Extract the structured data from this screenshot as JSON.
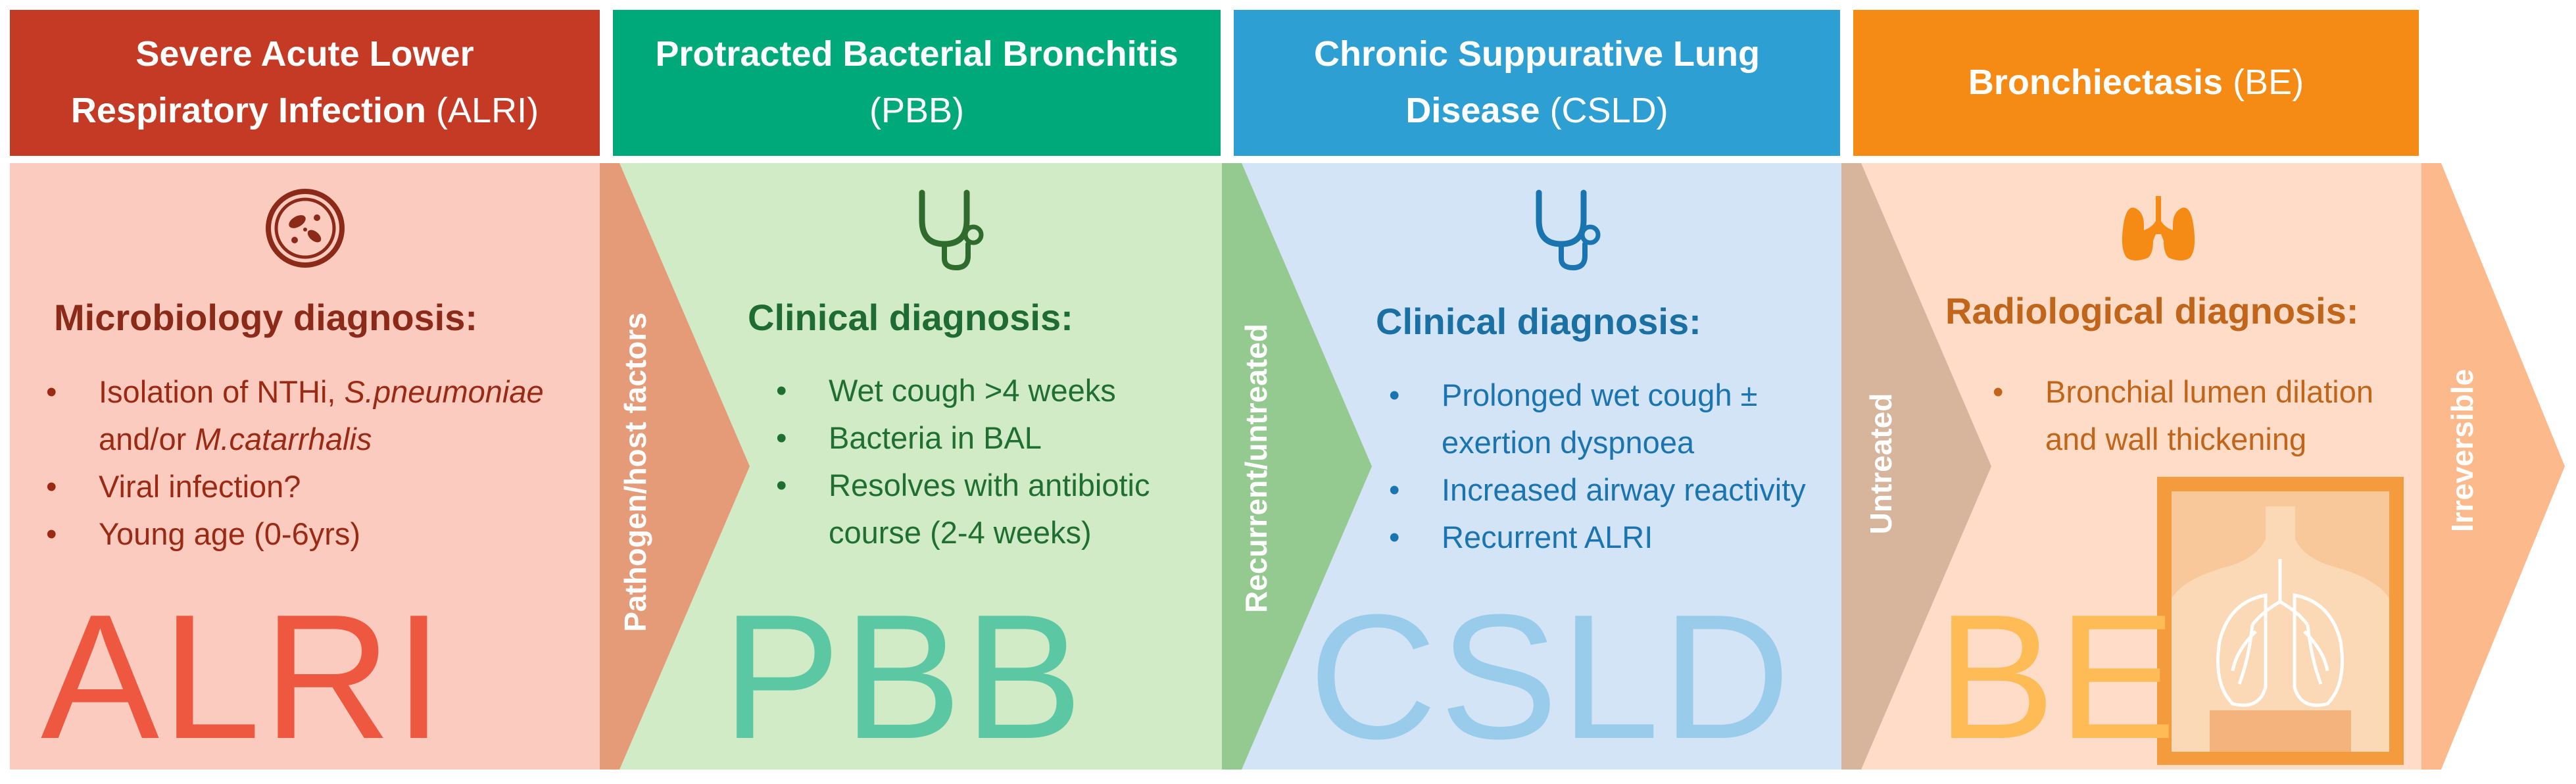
{
  "colors": {
    "alri_header": "#c43a24",
    "alri_body": "#fccbbf",
    "alri_heading": "#8b2a18",
    "alri_text": "#9b2a14",
    "alri_big": "#ef5840",
    "pbb_header": "#00a97a",
    "pbb_body": "#d1ebc7",
    "pbb_heading": "#1f6b34",
    "pbb_text": "#1f6e32",
    "pbb_big": "#5bc7a3",
    "csld_header": "#2e9fd3",
    "csld_body": "#d2e4f5",
    "csld_heading": "#1a6fa3",
    "csld_text": "#1a74b0",
    "csld_big": "#99cbea",
    "be_header": "#f58a14",
    "be_body": "#fedcc7",
    "be_heading": "#c0651a",
    "be_text": "#c0651a",
    "be_big": "#ffbb55",
    "arrow_pathogen": "#e59a78",
    "arrow_recurrent": "#94c98f",
    "arrow_untreated": "#d7b59c",
    "arrow_irreversible": "#fcb98b"
  },
  "headers": {
    "alri": {
      "line1": "Severe Acute Lower",
      "line2_bold": "Respiratory Infection",
      "line2_normal": " (ALRI)"
    },
    "pbb": {
      "line1": "Protracted Bacterial Bronchitis",
      "line2": "(PBB)"
    },
    "csld": {
      "line1": "Chronic Suppurative Lung",
      "line2_bold": "Disease",
      "line2_normal": " (CSLD)"
    },
    "be": {
      "line1_bold": "Bronchiectasis",
      "line1_normal": " (BE)"
    }
  },
  "panels": {
    "alri": {
      "icon": "bacteria-petri-dish-icon",
      "heading": "Microbiology diagnosis:",
      "item1_a": "Isolation of NTHi, ",
      "item1_b": "S.pneumoniae",
      "item1_c": " and/or ",
      "item1_d": "M.catarrhalis",
      "item2": "Viral infection?",
      "item3": "Young age (0-6yrs)",
      "big": "ALRI"
    },
    "pbb": {
      "icon": "stethoscope-icon",
      "heading": "Clinical diagnosis:",
      "items": [
        "Wet cough >4 weeks",
        "Bacteria in BAL",
        "Resolves with antibiotic course (2-4 weeks)"
      ],
      "big": "PBB"
    },
    "csld": {
      "icon": "stethoscope-icon",
      "heading": "Clinical diagnosis:",
      "items": [
        "Prolonged wet cough ± exertion dyspnoea",
        "Increased airway reactivity",
        "Recurrent ALRI"
      ],
      "big": "CSLD"
    },
    "be": {
      "icon": "lungs-icon",
      "heading": "Radiological diagnosis:",
      "items": [
        "Bronchial lumen dilation and wall thickening"
      ],
      "image": "chest-xray-lungs-icon",
      "big": "BE"
    }
  },
  "arrows": {
    "pathogen": "Pathogen/host factors",
    "recurrent": "Recurrent/untreated",
    "untreated": "Untreated",
    "irreversible": "Irreversible"
  }
}
